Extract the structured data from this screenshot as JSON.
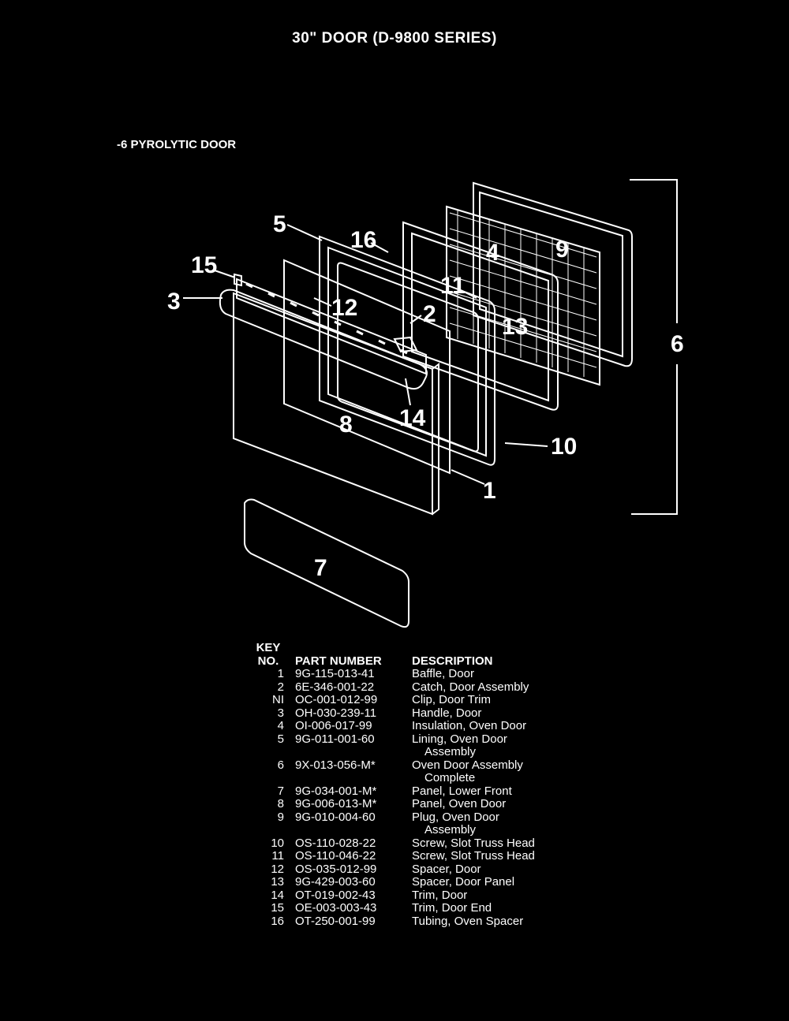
{
  "header": {
    "title": "30\" DOOR (D-9800 SERIES)",
    "subtitle": "-6 PYROLYTIC DOOR"
  },
  "diagram": {
    "callouts": [
      {
        "id": "c1",
        "label": "1"
      },
      {
        "id": "c2",
        "label": "2"
      },
      {
        "id": "c3",
        "label": "3"
      },
      {
        "id": "c4",
        "label": "4"
      },
      {
        "id": "c5",
        "label": "5"
      },
      {
        "id": "c6",
        "label": "6"
      },
      {
        "id": "c7",
        "label": "7"
      },
      {
        "id": "c8",
        "label": "8"
      },
      {
        "id": "c9",
        "label": "9"
      },
      {
        "id": "c10",
        "label": "10"
      },
      {
        "id": "c11",
        "label": "11"
      },
      {
        "id": "c12",
        "label": "12"
      },
      {
        "id": "c13",
        "label": "13"
      },
      {
        "id": "c14",
        "label": "14"
      },
      {
        "id": "c15",
        "label": "15"
      },
      {
        "id": "c16",
        "label": "16"
      }
    ]
  },
  "parts_table": {
    "headers": {
      "key_line1": "KEY",
      "key_line2": "NO.",
      "part": "PART NUMBER",
      "desc": "DESCRIPTION"
    },
    "rows": [
      {
        "key": "1",
        "part": "9G-115-013-41",
        "desc": "Baffle, Door",
        "desc2": ""
      },
      {
        "key": "2",
        "part": "6E-346-001-22",
        "desc": "Catch, Door Assembly",
        "desc2": ""
      },
      {
        "key": "NI",
        "part": "OC-001-012-99",
        "desc": "Clip, Door Trim",
        "desc2": ""
      },
      {
        "key": "3",
        "part": "OH-030-239-11",
        "desc": "Handle, Door",
        "desc2": ""
      },
      {
        "key": "4",
        "part": "OI-006-017-99",
        "desc": "Insulation, Oven Door",
        "desc2": ""
      },
      {
        "key": "5",
        "part": "9G-011-001-60",
        "desc": "Lining, Oven Door",
        "desc2": "Assembly"
      },
      {
        "key": "6",
        "part": "9X-013-056-M*",
        "desc": "Oven Door Assembly",
        "desc2": "Complete"
      },
      {
        "key": "7",
        "part": "9G-034-001-M*",
        "desc": "Panel, Lower Front",
        "desc2": ""
      },
      {
        "key": "8",
        "part": "9G-006-013-M*",
        "desc": "Panel, Oven Door",
        "desc2": ""
      },
      {
        "key": "9",
        "part": "9G-010-004-60",
        "desc": "Plug, Oven Door",
        "desc2": "Assembly"
      },
      {
        "key": "10",
        "part": "OS-110-028-22",
        "desc": "Screw, Slot Truss Head",
        "desc2": ""
      },
      {
        "key": "11",
        "part": "OS-110-046-22",
        "desc": "Screw, Slot Truss Head",
        "desc2": ""
      },
      {
        "key": "12",
        "part": "OS-035-012-99",
        "desc": "Spacer, Door",
        "desc2": ""
      },
      {
        "key": "13",
        "part": "9G-429-003-60",
        "desc": "Spacer, Door Panel",
        "desc2": ""
      },
      {
        "key": "14",
        "part": "OT-019-002-43",
        "desc": "Trim, Door",
        "desc2": ""
      },
      {
        "key": "15",
        "part": "OE-003-003-43",
        "desc": "Trim, Door End",
        "desc2": ""
      },
      {
        "key": "16",
        "part": "OT-250-001-99",
        "desc": "Tubing, Oven Spacer",
        "desc2": ""
      }
    ]
  }
}
